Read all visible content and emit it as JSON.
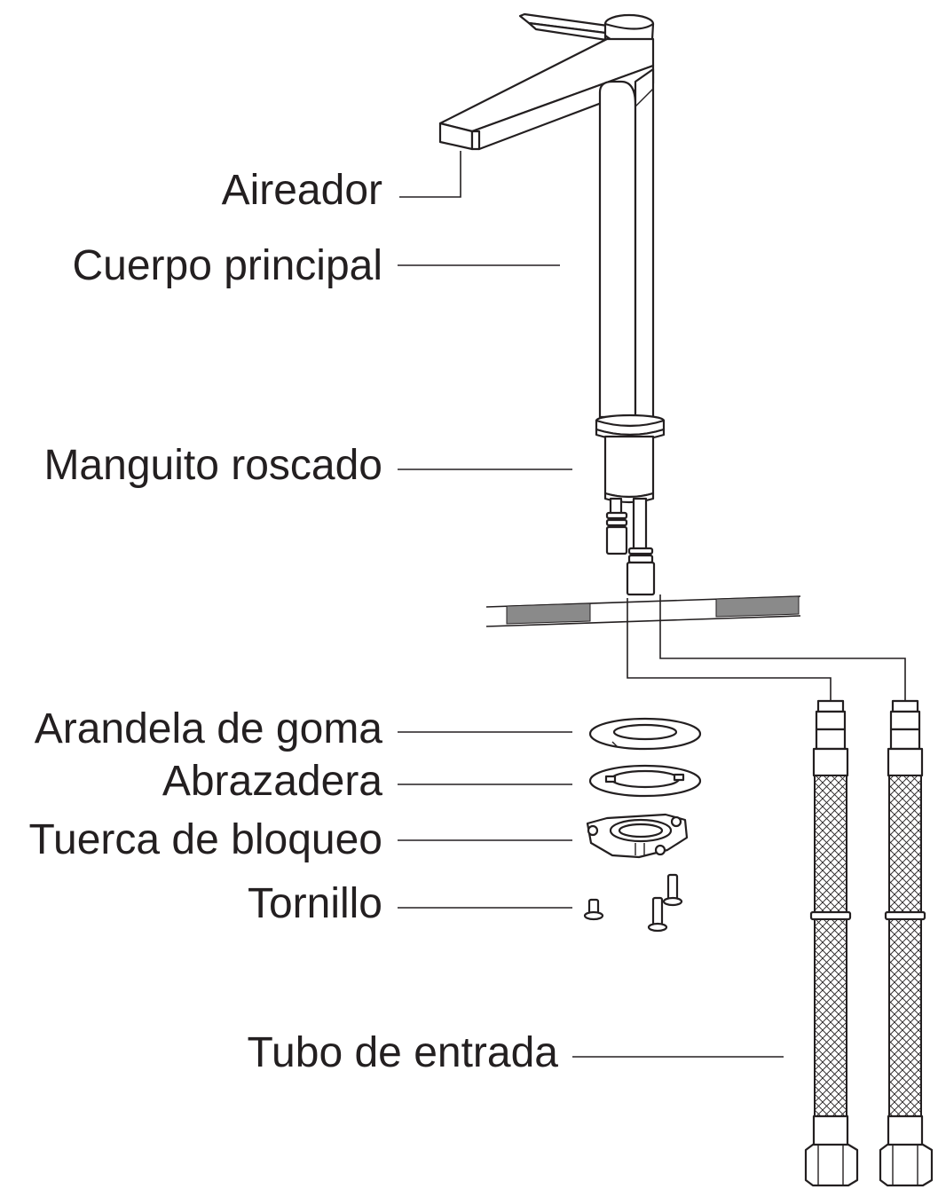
{
  "labels": {
    "aerator": "Aireador",
    "main_body": "Cuerpo principal",
    "threaded_sleeve": "Manguito roscado",
    "rubber_washer": "Arandela de goma",
    "clamp": "Abrazadera",
    "lock_nut": "Tuerca de bloqueo",
    "screw": "Tornillo",
    "inlet_hose": "Tubo de entrada"
  },
  "colors": {
    "line": "#231f20",
    "countertop_fill": "#8a8a8a"
  }
}
